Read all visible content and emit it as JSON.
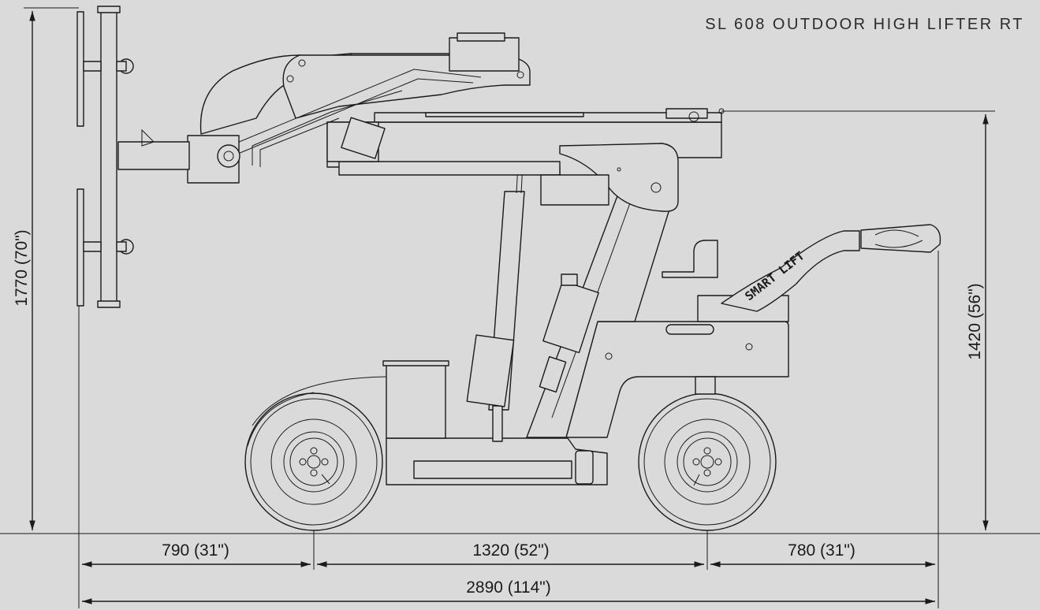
{
  "title": "SL 608 OUTDOOR HIGH LIFTER RT",
  "brand_on_boom": "SMART LIFT",
  "dimensions": {
    "height_total": "1770 (70\")",
    "height_rear": "1420 (56\")",
    "front_overhang": "790 (31\")",
    "wheelbase": "1320 (52\")",
    "rear_overhang": "780 (31\")",
    "length_total": "2890 (114\")"
  },
  "colors": {
    "background": "#dadada",
    "line": "#1a1a1a"
  }
}
